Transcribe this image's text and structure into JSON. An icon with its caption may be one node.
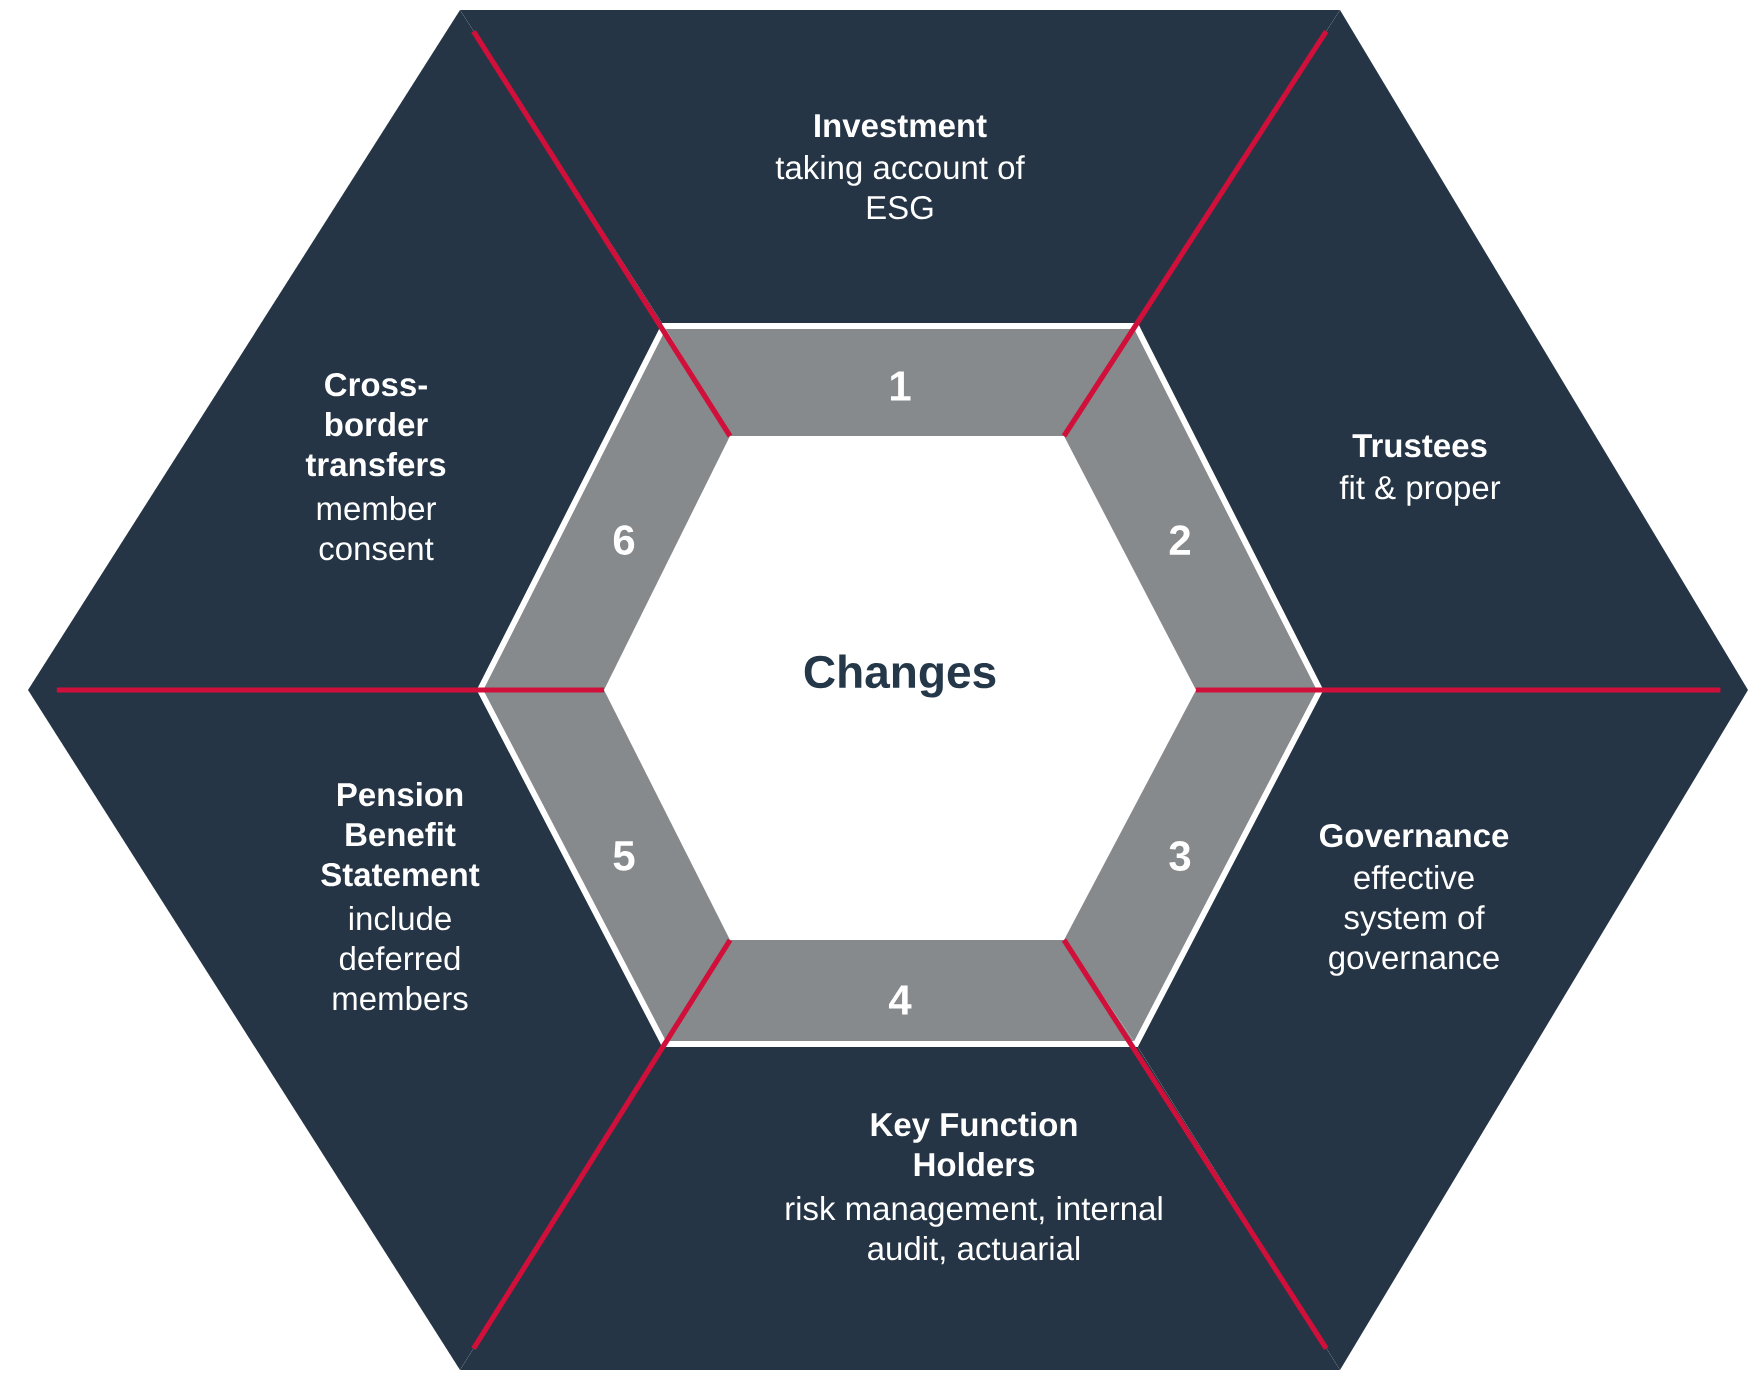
{
  "diagram": {
    "nodes": [
      {
        "text": [
          "Investment",
          "taking account of ESG"
        ]
      },
      {
        "text": [
          "Cross-border transfers",
          "member consent"
        ]
      },
      {
        "text": [
          "Trustees",
          "fit & proper"
        ]
      },
      {
        "text": [
          "1"
        ]
      },
      {
        "text": [
          "6"
        ]
      },
      {
        "text": [
          "2"
        ]
      },
      {
        "text": [
          "Changes"
        ]
      },
      {
        "text": [
          "5"
        ]
      },
      {
        "text": [
          "3"
        ]
      },
      {
        "text": [
          "Pension Benefit Statement",
          "include deferred members"
        ]
      },
      {
        "text": [
          "Governance",
          "effective system of governance"
        ]
      },
      {
        "text": [
          "4"
        ]
      },
      {
        "text": [
          "Key Function Holders",
          "risk management, internal audit, actuarial"
        ]
      }
    ]
  }
}
